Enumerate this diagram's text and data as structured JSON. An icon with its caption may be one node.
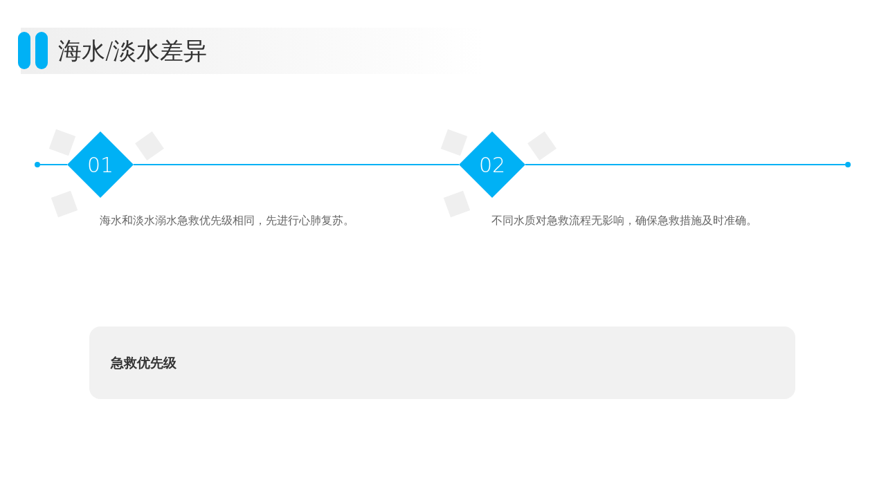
{
  "diagram": {
    "title": "海水/淡水差异",
    "nodes": [
      {
        "text": [],
        "shape": "circle"
      },
      {
        "text": [
          "01"
        ],
        "beside": [
          "海水和淡水溺水急救优先级相同，先进行心肺复苏。"
        ]
      },
      {
        "text": [
          "02"
        ],
        "beside": [
          "不同水质对急救流程无影响，确保急救措施及时准确。"
        ]
      },
      {
        "text": [],
        "shape": "circle"
      },
      {
        "text": [
          "急救优先级"
        ]
      }
    ],
    "edges": [
      {
        "from": 0,
        "to": 1,
        "arrow": "none"
      },
      {
        "from": 1,
        "to": 2,
        "arrow": "none"
      },
      {
        "from": 2,
        "to": 3,
        "arrow": "none"
      }
    ]
  }
}
